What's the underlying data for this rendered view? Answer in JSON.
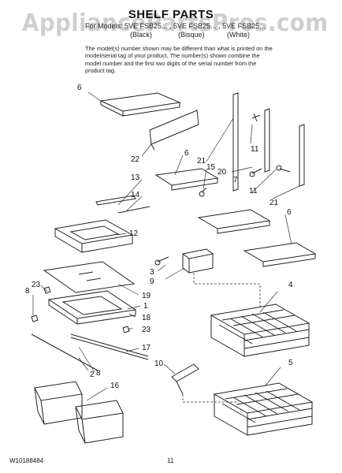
{
  "watermark": "AppliancePartsPros.com",
  "header": {
    "title": "SHELF PARTS",
    "models_line": "For Models: 5VE FSB25...   , 5VE FSB25...   , 5VE FSB25...",
    "colors": [
      "(Black)",
      "(Bisque)",
      "(White)"
    ],
    "note": "The model(s) number shown may be different than what is printed on the model/serial tag of your product. The number(s) shown combine the model number and the first two digits of the serial number from the product tag."
  },
  "callouts": [
    "6",
    "22",
    "6",
    "15",
    "21",
    "11",
    "20",
    "7",
    "11",
    "21",
    "13",
    "14",
    "12",
    "6",
    "3",
    "9",
    "4",
    "23",
    "8",
    "19",
    "1",
    "18",
    "23",
    "17",
    "2",
    "10",
    "8",
    "5",
    "16"
  ],
  "footer": {
    "doc_number": "W10188484",
    "page": "11"
  },
  "colors": {
    "line": "#222222",
    "watermark": "#cfcfcf",
    "background": "#ffffff"
  }
}
